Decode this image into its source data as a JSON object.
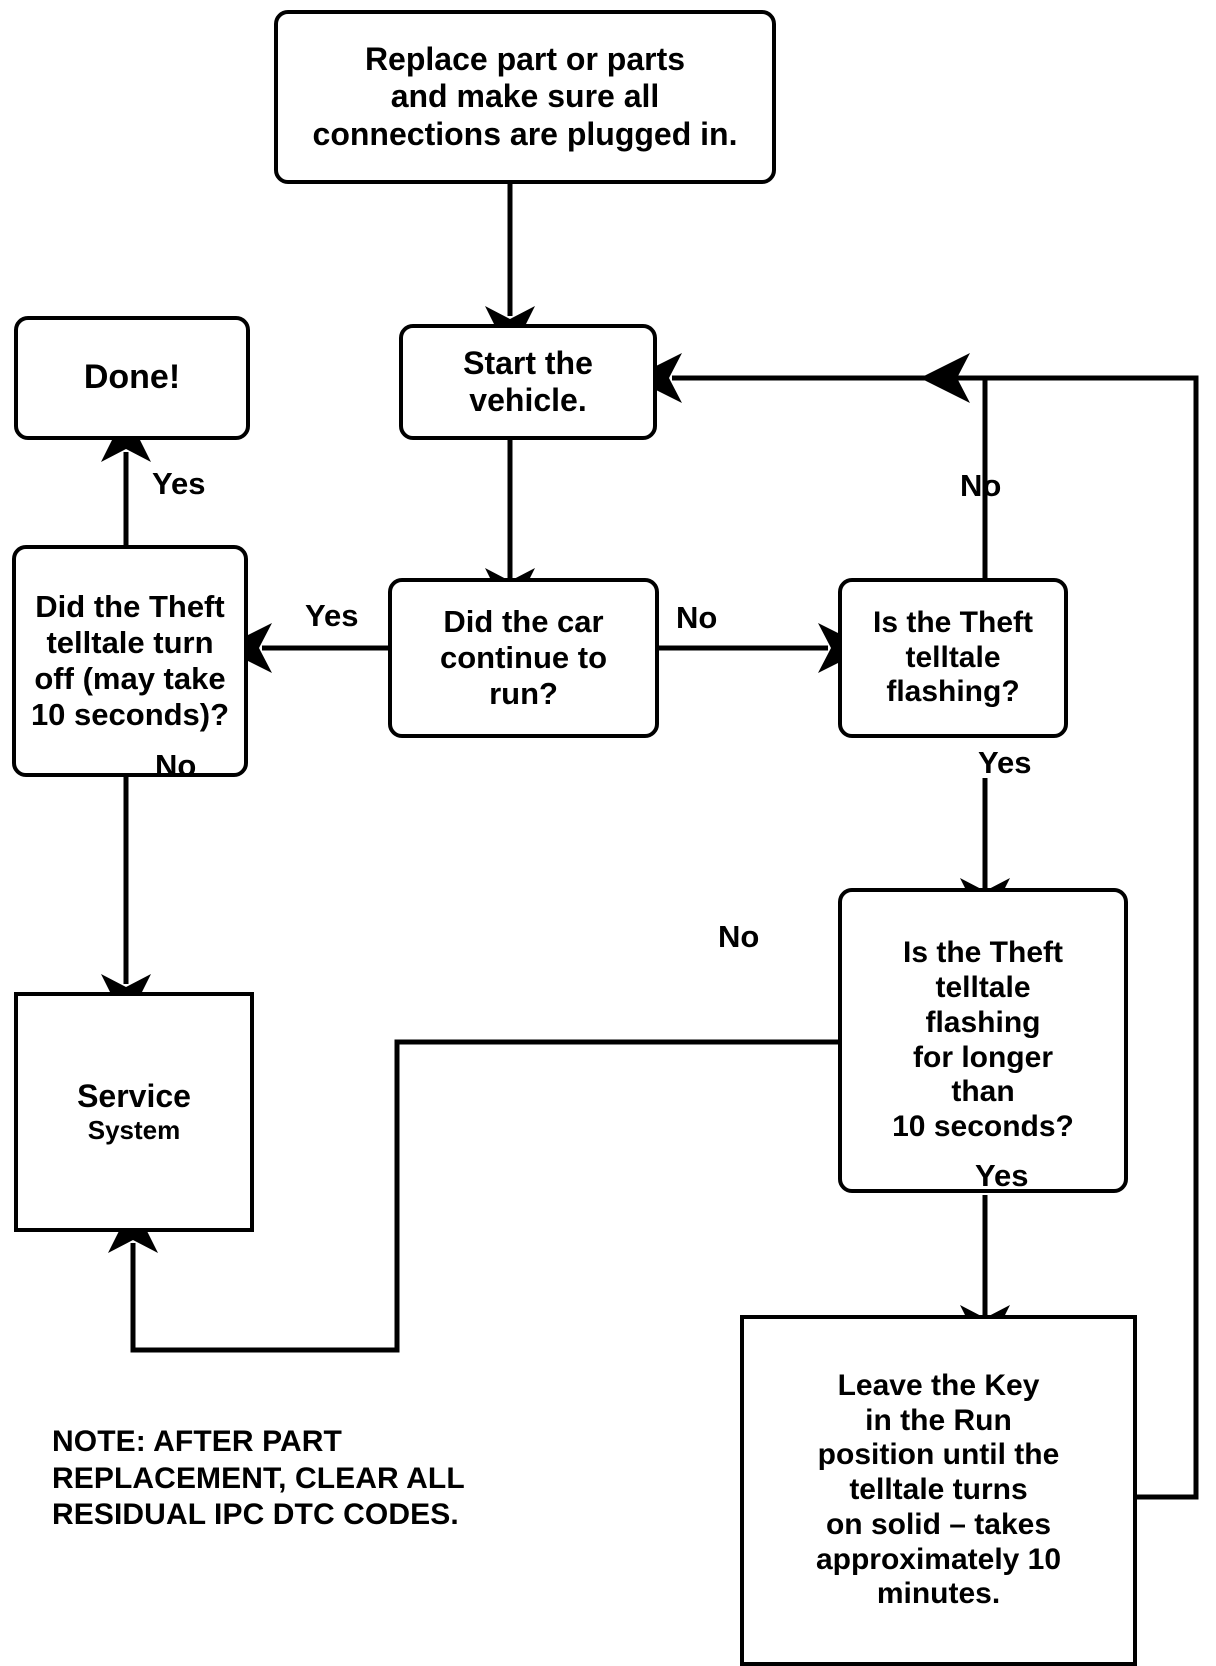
{
  "diagram": {
    "title": "Theft telltale diagnostic flowchart",
    "stroke_color": "#000000",
    "background_color": "#ffffff",
    "type": "flowchart"
  },
  "nodes": {
    "replace": {
      "id": "replace",
      "shape": "rounded-rect",
      "lines": [
        "Replace part or parts",
        "and make sure all",
        "connections are plugged in."
      ]
    },
    "done": {
      "id": "done",
      "shape": "rounded-rect",
      "lines": [
        "Done!"
      ]
    },
    "start": {
      "id": "start",
      "shape": "rounded-rect",
      "lines": [
        "Start the",
        "vehicle."
      ]
    },
    "did_car_run": {
      "id": "did_car_run",
      "shape": "rounded-rect",
      "lines": [
        "Did the car",
        "continue to",
        "run?"
      ]
    },
    "turn_off": {
      "id": "turn_off",
      "shape": "rounded-rect",
      "lines": [
        "Did the Theft",
        "telltale turn",
        "off (may take",
        "10 seconds)?"
      ]
    },
    "flashing": {
      "id": "flashing",
      "shape": "rounded-rect",
      "lines": [
        "Is the Theft",
        "telltale",
        "flashing?"
      ]
    },
    "flashing_long": {
      "id": "flashing_long",
      "shape": "rounded-rect",
      "lines": [
        "Is the Theft",
        "telltale",
        "flashing",
        "for longer",
        "than",
        "10 seconds?"
      ]
    },
    "leave_key": {
      "id": "leave_key",
      "shape": "rect",
      "lines": [
        "Leave the Key",
        "in the Run",
        "position until the",
        "telltale turns",
        "on solid –  takes",
        "approximately 10",
        "minutes."
      ]
    },
    "service": {
      "id": "service",
      "shape": "rect",
      "main": "Service",
      "sub": "System"
    }
  },
  "edge_labels": {
    "turnoff_yes": "Yes",
    "turnoff_no": "No",
    "didcar_yes": "Yes",
    "didcar_no": "No",
    "flashing_no": "No",
    "flashing_yes": "Yes",
    "flashlong_no": "No",
    "flashlong_yes": "Yes"
  },
  "note": {
    "text": "NOTE: AFTER PART\nREPLACEMENT, CLEAR ALL\nRESIDUAL IPC DTC CODES."
  }
}
